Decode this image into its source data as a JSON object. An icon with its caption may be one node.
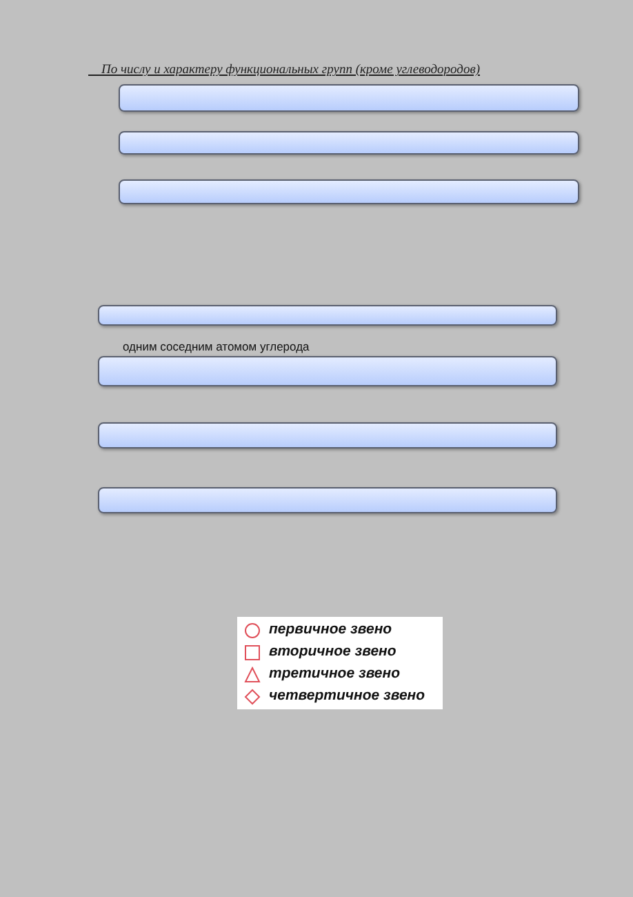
{
  "diagram": {
    "title": "По числу и характеру функциональных групп (кроме углеводородов)",
    "nodes": [
      {
        "text": [],
        "shape": "bar"
      },
      {
        "text": [],
        "shape": "bar"
      },
      {
        "text": [],
        "shape": "bar"
      },
      {
        "text": [],
        "shape": "bar"
      },
      {
        "text": [],
        "shape": "bar"
      },
      {
        "text": [],
        "shape": "bar"
      },
      {
        "text": [],
        "shape": "bar"
      }
    ],
    "labels": [
      "одним соседним атомом углерода"
    ],
    "legend": [
      {
        "text": "первичное звено"
      },
      {
        "text": "вторичное звено"
      },
      {
        "text": "третичное звено"
      },
      {
        "text": "четвертичное звено"
      }
    ]
  }
}
